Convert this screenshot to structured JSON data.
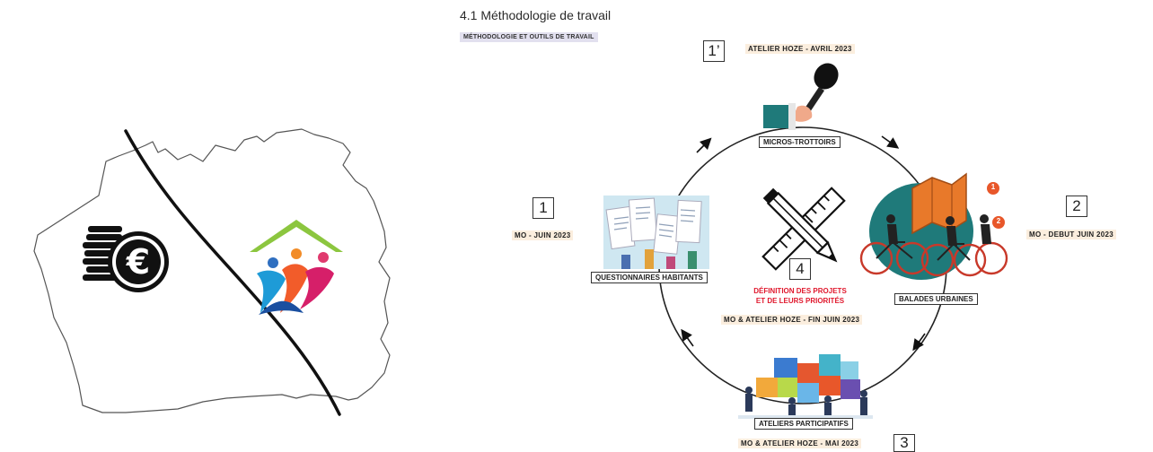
{
  "header": {
    "title": "4.1 Méthodologie de travail",
    "subtitle": "MÉTHODOLOGIE ET OUTILS DE TRAVAIL"
  },
  "steps": {
    "step_1prime": {
      "number": "1’",
      "meta": "ATELIER HOZE - AVRIL 2023",
      "label": "MICROS-TROTTOIRS"
    },
    "step_1": {
      "number": "1",
      "meta": "MO - JUIN 2023",
      "label": "QUESTIONNAIRES HABITANTS"
    },
    "step_2": {
      "number": "2",
      "meta": "MO - DEBUT JUIN 2023",
      "label": "BALADES URBAINES"
    },
    "step_3": {
      "number": "3",
      "meta": "MO & ATELIER HOZE - MAI 2023",
      "label": "ATELIERS PARTICIPATIFS"
    },
    "step_4": {
      "number": "4",
      "meta": "MO & ATELIER HOZE - FIN JUIN 2023",
      "label_line1": "DÉFINITION DES PROJETS",
      "label_line2": "ET DE LEURS PRIORITÉS"
    }
  },
  "map_markers": {
    "marker_1": "1",
    "marker_2": "2"
  },
  "colors": {
    "label_red": "#e0182d",
    "meta_highlight": "#fbeede",
    "subtitle_highlight": "#e2e0ef",
    "roof_green": "#8cc63f",
    "teal": "#1f7a7a",
    "bike_orange": "#e8572a"
  },
  "icons": {
    "left_figure": "territory-map-with-money-and-community",
    "coins": "coin-stack-euro-icon",
    "community": "house-family-icon",
    "microphone": "microphone-icon",
    "questionnaires": "forms-clipboard-icon",
    "bikes": "cyclists-map-icon",
    "puzzle": "puzzle-people-icon",
    "tools": "ruler-pencil-icon"
  }
}
